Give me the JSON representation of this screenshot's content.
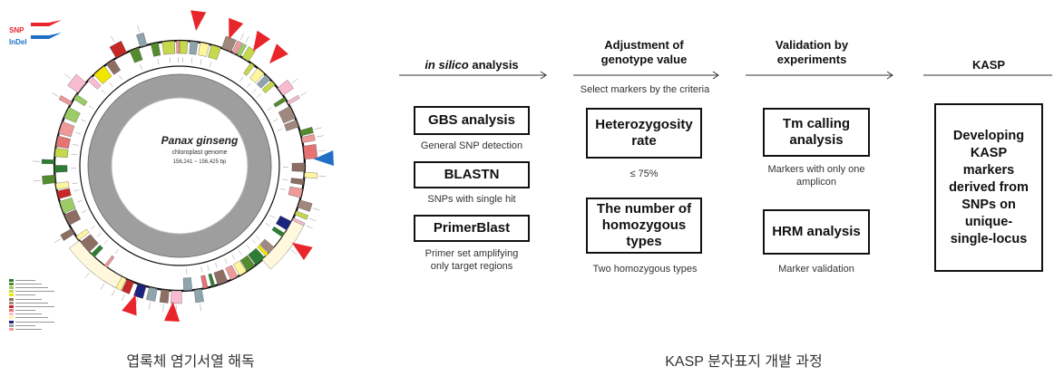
{
  "genome_map": {
    "legend_snp": "SNP",
    "legend_indel": "InDel",
    "center_title": "Panax ginseng",
    "center_subtitle": "chloroplast genome",
    "center_range": "156,241 ~ 156,425 bp",
    "colors": {
      "snp": "#e8252b",
      "indel": "#1f6fc6"
    },
    "gene_legend": [
      {
        "color": "#2e7d32"
      },
      {
        "color": "#558b2f"
      },
      {
        "color": "#9ccc65"
      },
      {
        "color": "#c6d84c"
      },
      {
        "color": "#f2e600"
      },
      {
        "color": "#8d6e63"
      },
      {
        "color": "#a1887f"
      },
      {
        "color": "#c62828"
      },
      {
        "color": "#e57373"
      },
      {
        "color": "#f8bbd0"
      },
      {
        "color": "#fff59d"
      },
      {
        "color": "#1a237e"
      },
      {
        "color": "#90a4ae"
      },
      {
        "color": "#ef9a9a"
      }
    ]
  },
  "workflow": {
    "headers": {
      "col1_italic": "in silico",
      "col1_rest": "analysis",
      "col2": "Adjustment of genotype value",
      "col3": "Validation by experiments",
      "col4": "KASP"
    },
    "col2_subheader": "Select markers by the criteria",
    "boxes": {
      "gbs": "GBS analysis",
      "blastn": "BLASTN",
      "primerblast": "PrimerBlast",
      "heterozygosity": "Heterozygosity rate",
      "homozygous": "The number of homozygous types",
      "tm": "Tm calling analysis",
      "hrm": "HRM analysis",
      "kasp": "Developing KASP markers derived from SNPs on unique-single-locus"
    },
    "notes": {
      "gbs": "General SNP detection",
      "blastn": "SNPs with single hit",
      "primerblast": "Primer set amplifying only target regions",
      "heterozygosity": "≤ 75%",
      "homozygous": "Two homozygous types",
      "tm": "Markers with only one amplicon",
      "hrm": "Marker validation"
    }
  },
  "captions": {
    "left": "엽록체 염기서열 해독",
    "right": "KASP 분자표지 개발 과정"
  }
}
